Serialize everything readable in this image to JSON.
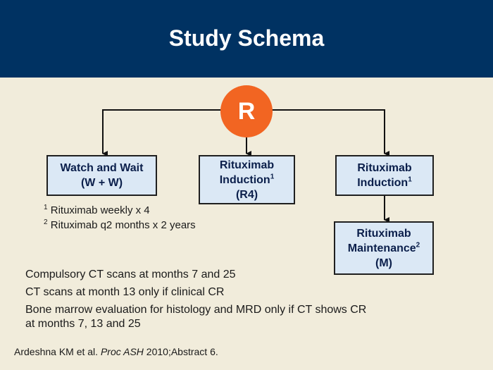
{
  "title": "Study Schema",
  "randomization": "R",
  "arms": [
    {
      "line1": "Watch and Wait",
      "line2": "(W + W)",
      "line3": ""
    },
    {
      "line1": "Rituximab",
      "line2": "Induction",
      "sup2": "1",
      "line3": "(R4)"
    },
    {
      "line1": "Rituximab",
      "line2": "Induction",
      "sup2": "1"
    }
  ],
  "maintenance": {
    "line1": "Rituximab",
    "line2": "Maintenance",
    "sup2": "2",
    "line3": "(M)"
  },
  "footnotes": [
    {
      "mark": "1",
      "text": "Rituximab weekly x 4"
    },
    {
      "mark": "2",
      "text": "Rituximab q2 months x 2 years"
    }
  ],
  "notes": [
    "Compulsory CT scans at months 7 and 25",
    "CT scans at month 13 only if clinical CR",
    "Bone marrow evaluation for histology and MRD only if CT shows CR",
    "at months 7, 13 and 25"
  ],
  "reference": {
    "authors": "Ardeshna KM et al.",
    "journal": "Proc ASH",
    "details": "2010;Abstract 6."
  },
  "colors": {
    "header": "#003262",
    "background": "#f1ecdb",
    "circle": "#f26522",
    "box": "#dbe8f5"
  }
}
